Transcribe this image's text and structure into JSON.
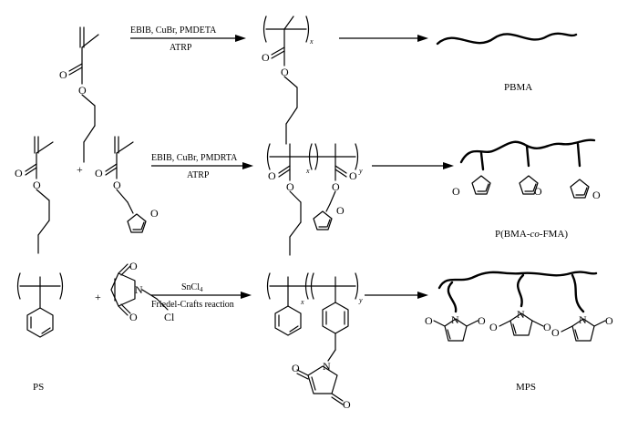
{
  "reactions": [
    {
      "conditions_above": "EBIB, CuBr, PMDETA",
      "conditions_below": "ATRP",
      "product_label": "PBMA"
    },
    {
      "plus": "+",
      "conditions_above": "EBIB, CuBr, PMDRTA",
      "conditions_below": "ATRP",
      "product_label_pre": "P(BMA-",
      "product_label_italic": "co",
      "product_label_post": "-FMA)"
    },
    {
      "plus": "+",
      "conditions_above": "SnCl",
      "conditions_above_sub": "4",
      "conditions_below": "Friedel-Crafts reaction",
      "reactant_label": "PS",
      "product_label": "MPS"
    }
  ],
  "subscripts": {
    "x": "x",
    "y": "y"
  },
  "atoms": {
    "O": "O",
    "N": "N",
    "Cl": "Cl"
  }
}
